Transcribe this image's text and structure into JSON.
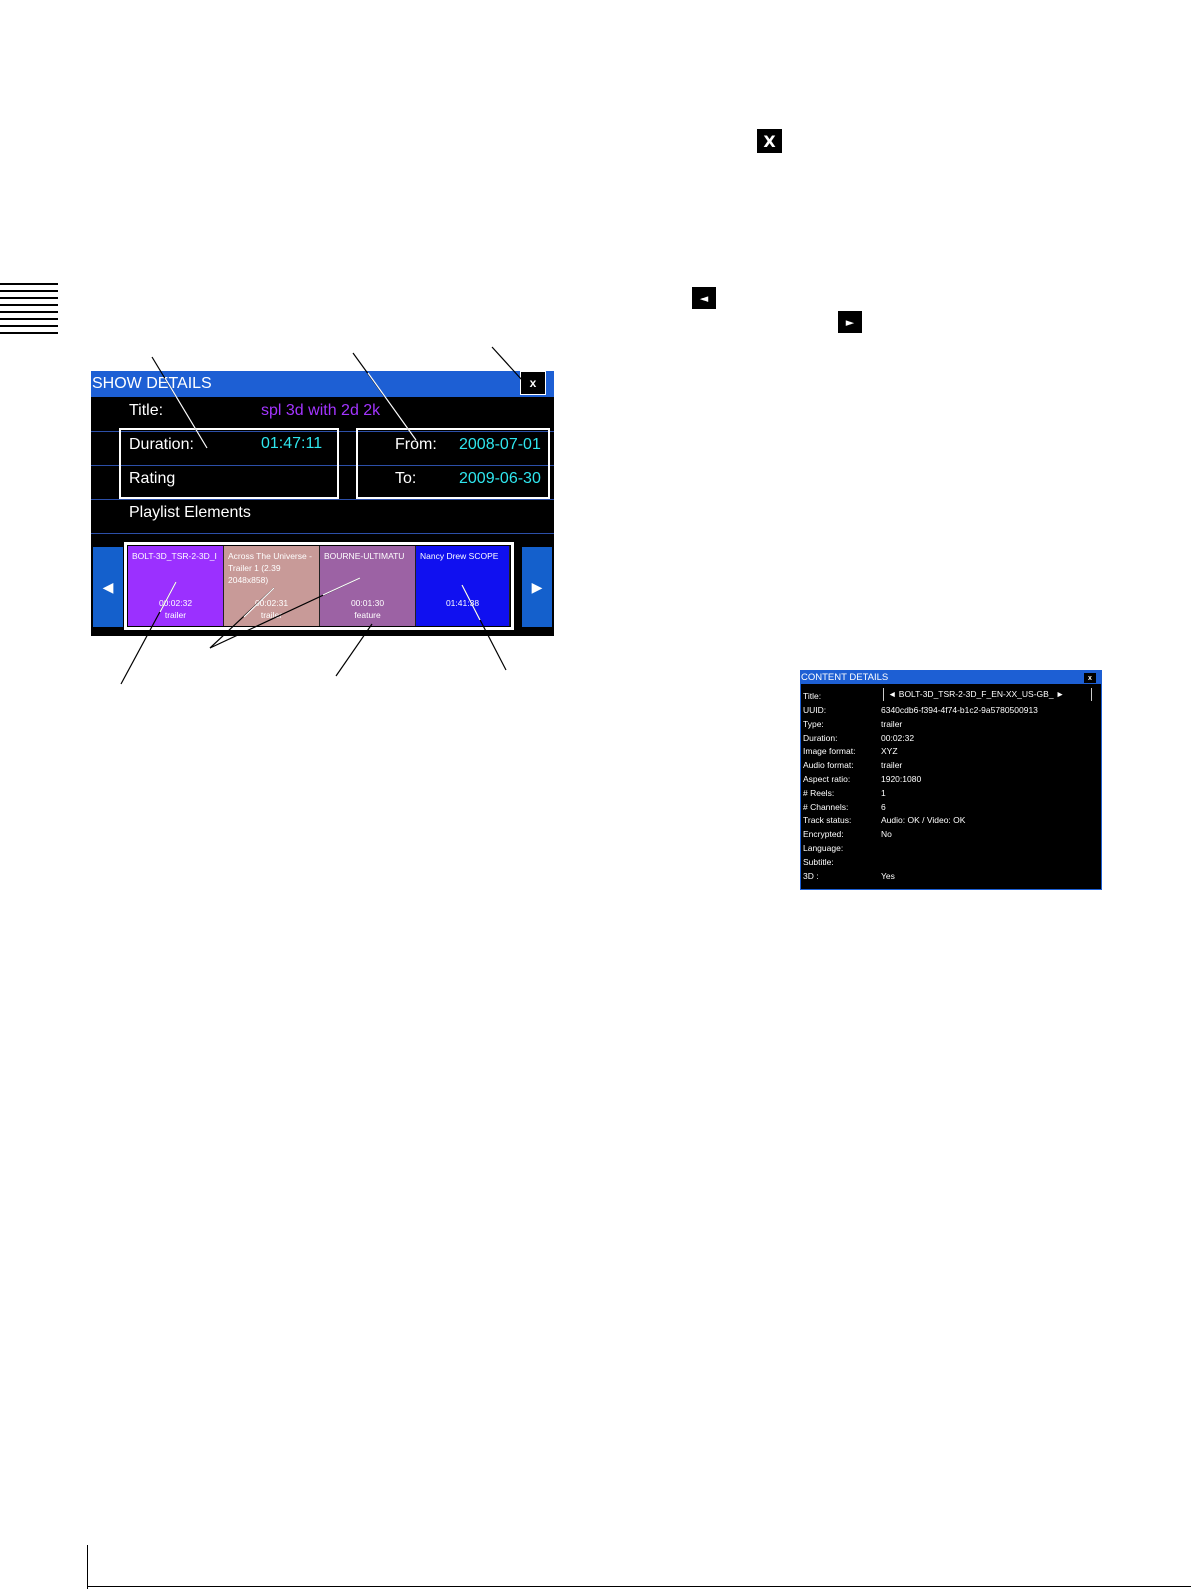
{
  "show_details": {
    "header": "SHOW DETAILS",
    "close": "x",
    "title_label": "Title:",
    "title_value": "spl 3d with 2d 2k",
    "duration_label": "Duration:",
    "duration_value": "01:47:11",
    "from_label": "From:",
    "from_value": "2008-07-01",
    "rating_label": "Rating",
    "to_label": "To:",
    "to_value": "2009-06-30",
    "playlist_label": "Playlist Elements",
    "prev_arrow": "◀",
    "next_arrow": "▶",
    "tiles": [
      {
        "name": "BOLT-3D_TSR-2-3D_I",
        "duration": "00:02:32",
        "kind": "trailer",
        "color": "#9b30ff"
      },
      {
        "name": "Across The Universe - Trailer 1 (2.39 2048x858)",
        "duration": "00:02:31",
        "kind": "trailer",
        "color": "#c89a98"
      },
      {
        "name": "BOURNE-ULTIMATU",
        "duration": "00:01:30",
        "kind": "feature",
        "color": "#9c62a4"
      },
      {
        "name": "Nancy Drew SCOPE",
        "duration": "01:41:38",
        "kind": "",
        "color": "#1010f0"
      }
    ]
  },
  "inline_icons": {
    "close": "X",
    "prev": "◄",
    "next": "►"
  },
  "content_details": {
    "header": "CONTENT DETAILS",
    "close": "x",
    "title_label": "Title:",
    "title_value": "◄  BOLT-3D_TSR-2-3D_F_EN-XX_US-GB_  ►",
    "rows": [
      {
        "label": "UUID:",
        "value": "6340cdb6-f394-4f74-b1c2-9a5780500913"
      },
      {
        "label": "Type:",
        "value": "trailer"
      },
      {
        "label": "Duration:",
        "value": "00:02:32"
      },
      {
        "label": "Image format:",
        "value": "XYZ"
      },
      {
        "label": "Audio format:",
        "value": "trailer"
      },
      {
        "label": "Aspect ratio:",
        "value": "1920:1080"
      },
      {
        "label": "# Reels:",
        "value": "1"
      },
      {
        "label": "# Channels:",
        "value": "6"
      },
      {
        "label": "Track status:",
        "value": "Audio: OK / Video: OK"
      },
      {
        "label": "Encrypted:",
        "value": "No"
      },
      {
        "label": "Language:",
        "value": ""
      },
      {
        "label": "Subtitle:",
        "value": ""
      },
      {
        "label": "3D :",
        "value": "Yes"
      }
    ]
  }
}
